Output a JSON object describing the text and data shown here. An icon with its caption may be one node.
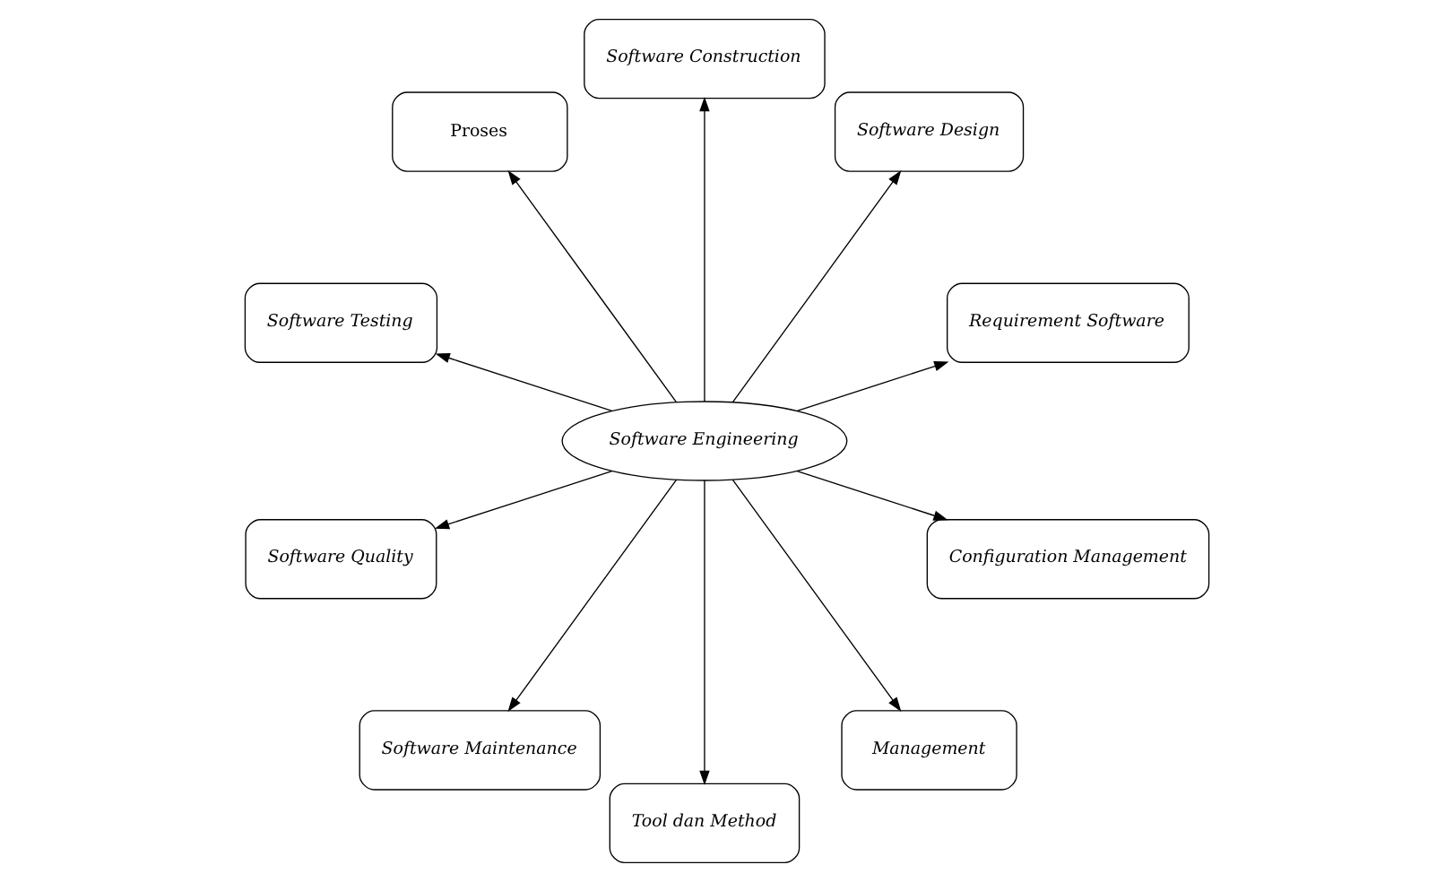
{
  "diagram": {
    "nodes": [
      {
        "text": [
          "Software Engineering"
        ]
      },
      {
        "text": [
          "Requirement Software"
        ]
      },
      {
        "text": [
          "Software Design"
        ]
      },
      {
        "text": [
          "Software Construction"
        ]
      },
      {
        "text": [
          "Proses"
        ]
      },
      {
        "text": [
          "Software Testing"
        ]
      },
      {
        "text": [
          "Software Quality"
        ]
      },
      {
        "text": [
          "Software Maintenance"
        ]
      },
      {
        "text": [
          "Tool dan Method"
        ]
      },
      {
        "text": [
          "Management"
        ]
      },
      {
        "text": [
          "Configuration Management"
        ]
      }
    ],
    "edges": [
      {
        "from": 0,
        "to": 1,
        "arrow": "to"
      },
      {
        "from": 0,
        "to": 2,
        "arrow": "to"
      },
      {
        "from": 0,
        "to": 3,
        "arrow": "to"
      },
      {
        "from": 0,
        "to": 4,
        "arrow": "to"
      },
      {
        "from": 0,
        "to": 5,
        "arrow": "to"
      },
      {
        "from": 0,
        "to": 6,
        "arrow": "to"
      },
      {
        "from": 0,
        "to": 7,
        "arrow": "to"
      },
      {
        "from": 0,
        "to": 8,
        "arrow": "to"
      },
      {
        "from": 0,
        "to": 9,
        "arrow": "to"
      },
      {
        "from": 0,
        "to": 10,
        "arrow": "to"
      }
    ]
  }
}
